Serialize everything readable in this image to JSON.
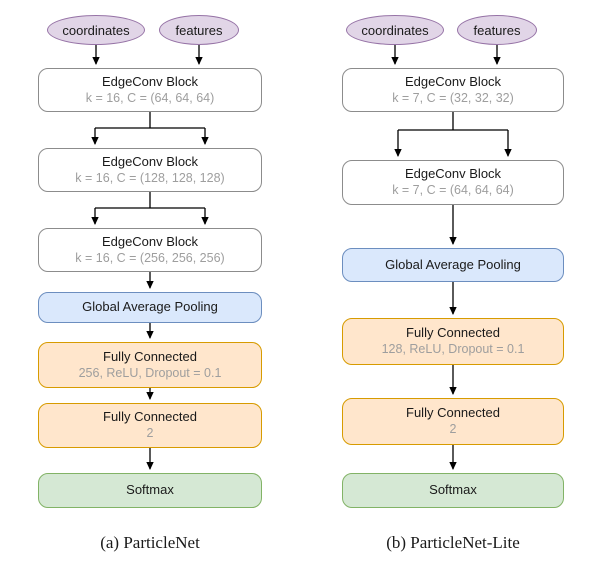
{
  "left": {
    "caption": "(a) ParticleNet",
    "inputs": {
      "coordinates": "coordinates",
      "features": "features"
    },
    "blocks": [
      {
        "title": "EdgeConv Block",
        "subtitle": "k = 16, C = (64, 64, 64)"
      },
      {
        "title": "EdgeConv Block",
        "subtitle": "k = 16, C = (128, 128, 128)"
      },
      {
        "title": "EdgeConv Block",
        "subtitle": "k = 16, C = (256, 256, 256)"
      },
      {
        "title": "Global Average Pooling"
      },
      {
        "title": "Fully Connected",
        "subtitle": "256, ReLU, Dropout = 0.1"
      },
      {
        "title": "Fully Connected",
        "subtitle": "2"
      },
      {
        "title": "Softmax"
      }
    ]
  },
  "right": {
    "caption": "(b) ParticleNet-Lite",
    "inputs": {
      "coordinates": "coordinates",
      "features": "features"
    },
    "blocks": [
      {
        "title": "EdgeConv Block",
        "subtitle": "k = 7, C = (32, 32, 32)"
      },
      {
        "title": "EdgeConv Block",
        "subtitle": "k = 7, C = (64, 64, 64)"
      },
      {
        "title": "Global Average Pooling"
      },
      {
        "title": "Fully Connected",
        "subtitle": "128, ReLU, Dropout = 0.1"
      },
      {
        "title": "Fully Connected",
        "subtitle": "2"
      },
      {
        "title": "Softmax"
      }
    ]
  },
  "colors": {
    "input_fill": "#e1d5e7",
    "input_stroke": "#9673a6",
    "edgeconv_fill": "#ffffff",
    "edgeconv_stroke": "#8c8c8c",
    "pooling_fill": "#dae8fc",
    "pooling_stroke": "#6c8ebf",
    "fc_fill": "#ffe6cc",
    "fc_stroke": "#d79b00",
    "softmax_fill": "#d5e8d4",
    "softmax_stroke": "#82b366",
    "arrow": "#000000"
  }
}
